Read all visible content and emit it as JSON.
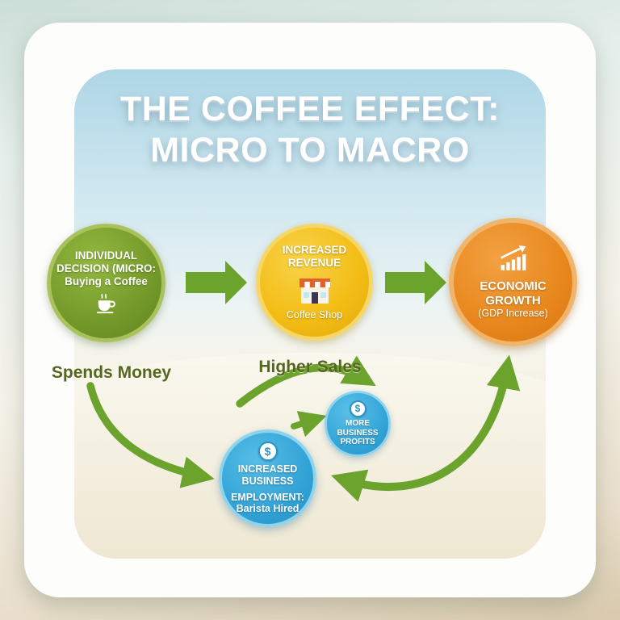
{
  "title": {
    "line1": "THE COFFEE EFFECT:",
    "line2": "MICRO TO MACRO"
  },
  "nodes": {
    "individual": {
      "line1": "INDIVIDUAL",
      "line2": "DECISION (MICRO:",
      "line3": "Buying a Coffee"
    },
    "revenue": {
      "line1": "INCREASED",
      "line2": "REVENUE",
      "caption": "Coffee Shop"
    },
    "growth": {
      "line1": "ECONOMIC",
      "line2": "GROWTH",
      "line3": "(GDP Increase)"
    },
    "profits": {
      "line1": "MORE",
      "line2": "BUSINESS",
      "line3": "PROFITS"
    },
    "employment": {
      "line1": "INCREASED",
      "line2": "BUSINESS",
      "line3": "EMPLOYMENT:",
      "line4": "Barista Hired"
    }
  },
  "labels": {
    "spends_money": "Spends Money",
    "higher_sales": "Higher Sales"
  },
  "icons": {
    "individual": "coffee-cup-icon",
    "revenue": "storefront-icon",
    "growth": "bar-chart-icon",
    "profits": "dollar-coin-icon",
    "employment": "dollar-coin-icon",
    "dollar_symbol": "$"
  },
  "colors": {
    "node_green": "#74992a",
    "node_yellow": "#f2bc14",
    "node_orange": "#e8871c",
    "node_blue": "#32a3d7",
    "arrow_green": "#6ca32d",
    "label_text": "#55671e"
  }
}
